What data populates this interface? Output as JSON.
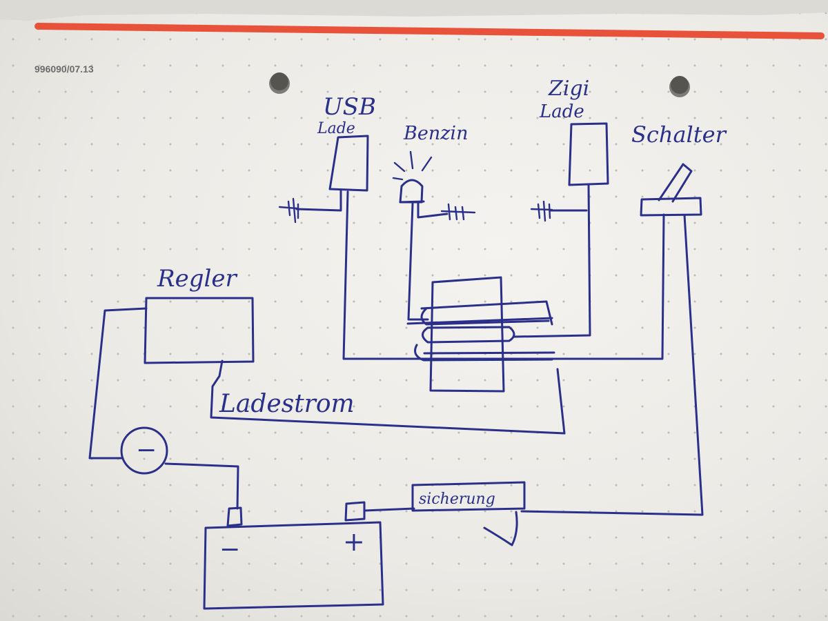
{
  "sheet": {
    "print_code": "996090/07.13",
    "margin_line_color": "#e8523a",
    "ink_color": "#2a2f8a",
    "paper_color": "#f1f0ec"
  },
  "labels": {
    "usb_lade": [
      "USB",
      "Lade"
    ],
    "benzin": "Benzin",
    "zigi_lade": [
      "Zigi",
      "Lade"
    ],
    "schalter": "Schalter",
    "regler": "Regler",
    "ladestrom": "Ladestrom",
    "sicherung": "sicherung",
    "battery_minus": "−",
    "battery_plus": "+",
    "meter_symbol": "−"
  }
}
